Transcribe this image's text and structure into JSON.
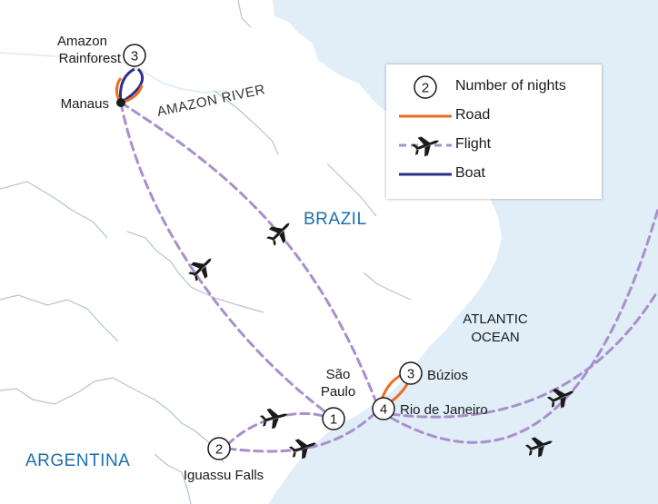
{
  "legend": {
    "nights_sample": "2",
    "nights_label": "Number of nights",
    "road_label": "Road",
    "flight_label": "Flight",
    "boat_label": "Boat"
  },
  "labels": {
    "amazon_line1": "Amazon",
    "amazon_line2": "Rainforest",
    "manaus": "Manaus",
    "amazon_river": "AMAZON RIVER",
    "brazil": "BRAZIL",
    "ocean_line1": "ATLANTIC",
    "ocean_line2": "OCEAN",
    "sao_paulo_line1": "São",
    "sao_paulo_line2": "Paulo",
    "buzios": "Búzios",
    "rio": "Rio de Janeiro",
    "argentina": "ARGENTINA",
    "iguassu": "Iguassu Falls"
  },
  "nights": {
    "amazon": "3",
    "sao_paulo": "1",
    "buzios": "3",
    "rio": "4",
    "iguassu": "2"
  },
  "colors": {
    "sea": "#e1eef8",
    "land": "#ffffff",
    "border": "#b5c4cf",
    "road": "#ef6b22",
    "flight": "#a98fcb",
    "boat": "#2b2f8c",
    "country_label": "#1b6fae"
  }
}
